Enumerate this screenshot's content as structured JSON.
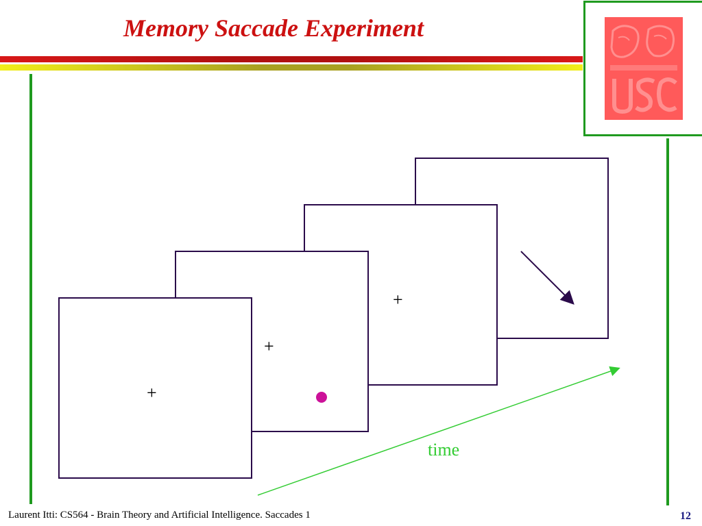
{
  "slide": {
    "title": "Memory Saccade Experiment",
    "footer_text": "Laurent Itti: CS564 - Brain Theory and Artificial Intelligence. Saccades 1",
    "page_number": "12"
  },
  "logo": {
    "icon": "usc-brain-logo-icon",
    "color": "#ff5a5a"
  },
  "diagram": {
    "frames": [
      {
        "index": 1,
        "fixation_mark": "+",
        "target_dot": false,
        "saccade_arrow": false
      },
      {
        "index": 2,
        "fixation_mark": "+",
        "target_dot": true,
        "saccade_arrow": false
      },
      {
        "index": 3,
        "fixation_mark": "+",
        "target_dot": false,
        "saccade_arrow": false
      },
      {
        "index": 4,
        "fixation_mark": "",
        "target_dot": false,
        "saccade_arrow": true
      }
    ],
    "time_label": "time",
    "colors": {
      "frame_border": "#2a0a4a",
      "target_dot": "#cc1199",
      "time_arrow": "#33cc33",
      "saccade_arrow": "#2a0a4a",
      "title": "#cc1111",
      "accent_green": "#1f9a1f"
    }
  }
}
